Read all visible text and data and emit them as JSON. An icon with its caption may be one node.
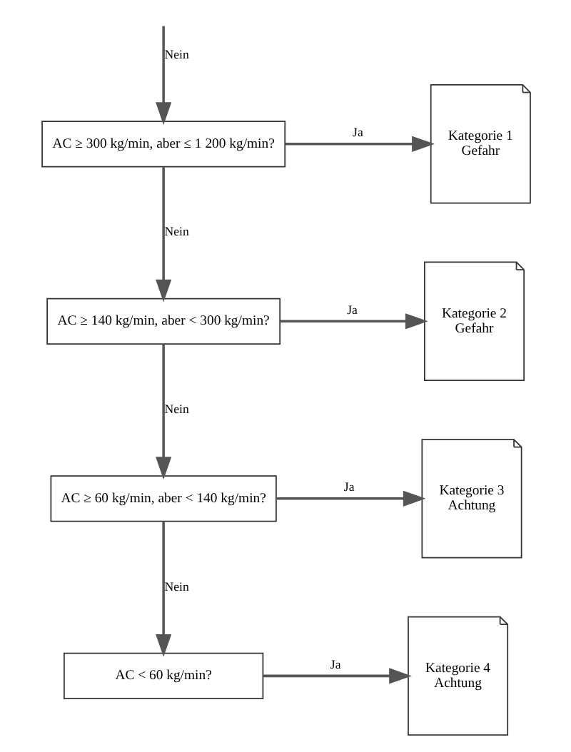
{
  "diagram": {
    "nodes": [
      {
        "text": [
          "AC ≥ 300 kg/min, aber ≤ 1 200 kg/min?"
        ]
      },
      {
        "text": [
          "Kategorie 1",
          "Gefahr"
        ]
      },
      {
        "text": [
          "AC ≥ 140 kg/min, aber < 300 kg/min?"
        ]
      },
      {
        "text": [
          "Kategorie 2",
          "Gefahr"
        ]
      },
      {
        "text": [
          "AC ≥ 60 kg/min, aber < 140 kg/min?"
        ]
      },
      {
        "text": [
          "Kategorie 3",
          "Achtung"
        ]
      },
      {
        "text": [
          "AC < 60 kg/min?"
        ]
      },
      {
        "text": [
          "Kategorie 4",
          "Achtung"
        ]
      }
    ],
    "edges": [
      {
        "from": null,
        "to": 0,
        "arrow": "to",
        "label": "Nein"
      },
      {
        "from": 0,
        "to": 1,
        "arrow": "to",
        "label": "Ja"
      },
      {
        "from": 0,
        "to": 2,
        "arrow": "to",
        "label": "Nein"
      },
      {
        "from": 2,
        "to": 3,
        "arrow": "to",
        "label": "Ja"
      },
      {
        "from": 2,
        "to": 4,
        "arrow": "to",
        "label": "Nein"
      },
      {
        "from": 4,
        "to": 5,
        "arrow": "to",
        "label": "Ja"
      },
      {
        "from": 4,
        "to": 6,
        "arrow": "to",
        "label": "Nein"
      },
      {
        "from": 6,
        "to": 7,
        "arrow": "to",
        "label": "Ja"
      }
    ]
  }
}
